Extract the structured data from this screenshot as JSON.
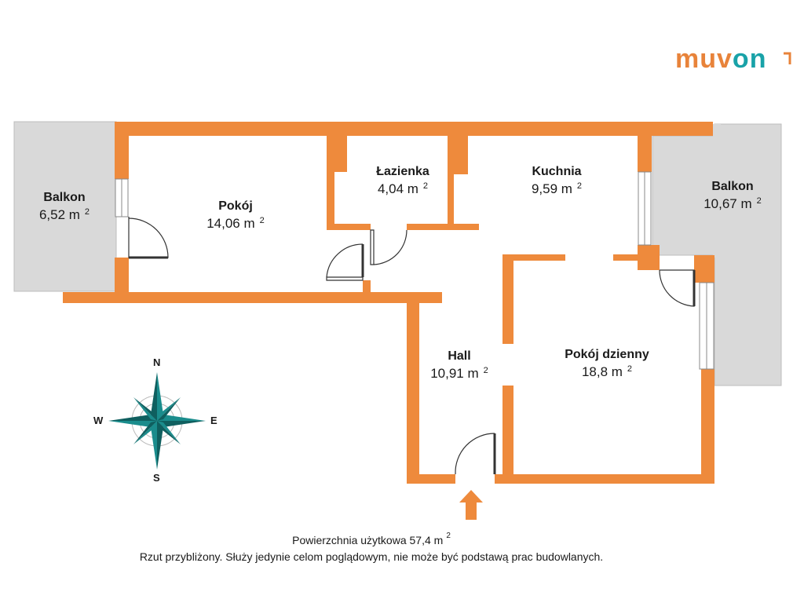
{
  "logo": {
    "part1": "muv",
    "part2": "on"
  },
  "rooms": [
    {
      "key": "balkon-left",
      "name": "Balkon",
      "area": "6,52 m",
      "exp": "2"
    },
    {
      "key": "pokoj",
      "name": "Pokój",
      "area": "14,06 m",
      "exp": "2"
    },
    {
      "key": "lazienka",
      "name": "Łazienka",
      "area": "4,04 m",
      "exp": "2"
    },
    {
      "key": "kuchnia",
      "name": "Kuchnia",
      "area": "9,59 m",
      "exp": "2"
    },
    {
      "key": "balkon-right",
      "name": "Balkon",
      "area": "10,67 m",
      "exp": "2"
    },
    {
      "key": "hall",
      "name": "Hall",
      "area": "10,91 m",
      "exp": "2"
    },
    {
      "key": "pokoj-dzienny",
      "name": "Pokój dzienny",
      "area": "18,8 m",
      "exp": "2"
    }
  ],
  "compass": {
    "n": "N",
    "s": "S",
    "e": "E",
    "w": "W"
  },
  "footer": {
    "line1": "Powierzchnia użytkowa 57,4 m",
    "line1_exp": "2",
    "line2": "Rzut przybliżony. Służy jedynie celom poglądowym, nie może być podstawą prac budowlanych."
  },
  "colors": {
    "wall": "#ee8a3c",
    "balcony": "#d9d9d9",
    "compass": "#1a8c8c",
    "brand_orange": "#e8833a",
    "brand_teal": "#19a2a8"
  }
}
